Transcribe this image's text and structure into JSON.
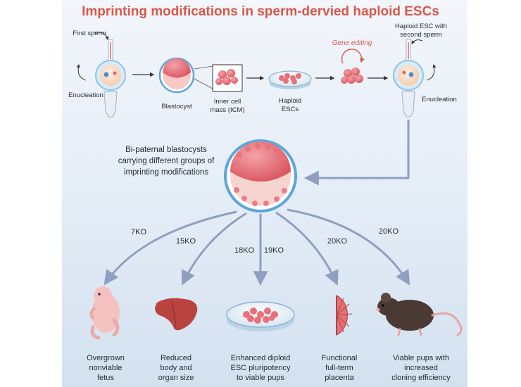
{
  "title": "Imprinting modifications in sperm-dervied haploid ESCs",
  "top_row": {
    "first_sperm": "First sperm",
    "enucleation_left": "Enucleation",
    "blastocyst": "Blastocyst",
    "icm_line1": "Inner cell",
    "icm_line2": "mass (ICM)",
    "haploid_line1": "Haploid",
    "haploid_line2": "ESCs",
    "gene_editing": "Gene editing",
    "haploid_second_line1": "Haploid ESC with",
    "haploid_second_line2": "second sperm",
    "enucleation_right": "Enucleation"
  },
  "center": {
    "line1": "Bi-paternal blastocysts",
    "line2": "carrying different groups of",
    "line3": "imprinting modifications"
  },
  "knockouts": [
    "7KO",
    "15KO",
    "18KO",
    "19KO",
    "20KO",
    "20KO"
  ],
  "outcomes": [
    {
      "lines": [
        "Overgrown",
        "nonviable",
        "fetus"
      ]
    },
    {
      "lines": [
        "Reduced",
        "body and",
        "organ size"
      ]
    },
    {
      "lines": [
        "Enhanced diploid",
        "ESC pluripotency",
        "to viable pups"
      ]
    },
    {
      "lines": [
        "Functional",
        "full-term",
        "placenta"
      ]
    },
    {
      "lines": [
        "Viable pups with",
        "increased",
        "cloning efficiency"
      ]
    }
  ],
  "colors": {
    "title": "#d9574a",
    "arrow": "#8f9fc0",
    "cell": "#e8707a",
    "blastocyst_ring": "#5ba6dc",
    "mouse": "#4a3a33",
    "fetus": "#f3c2c0",
    "liver": "#b8433f"
  }
}
